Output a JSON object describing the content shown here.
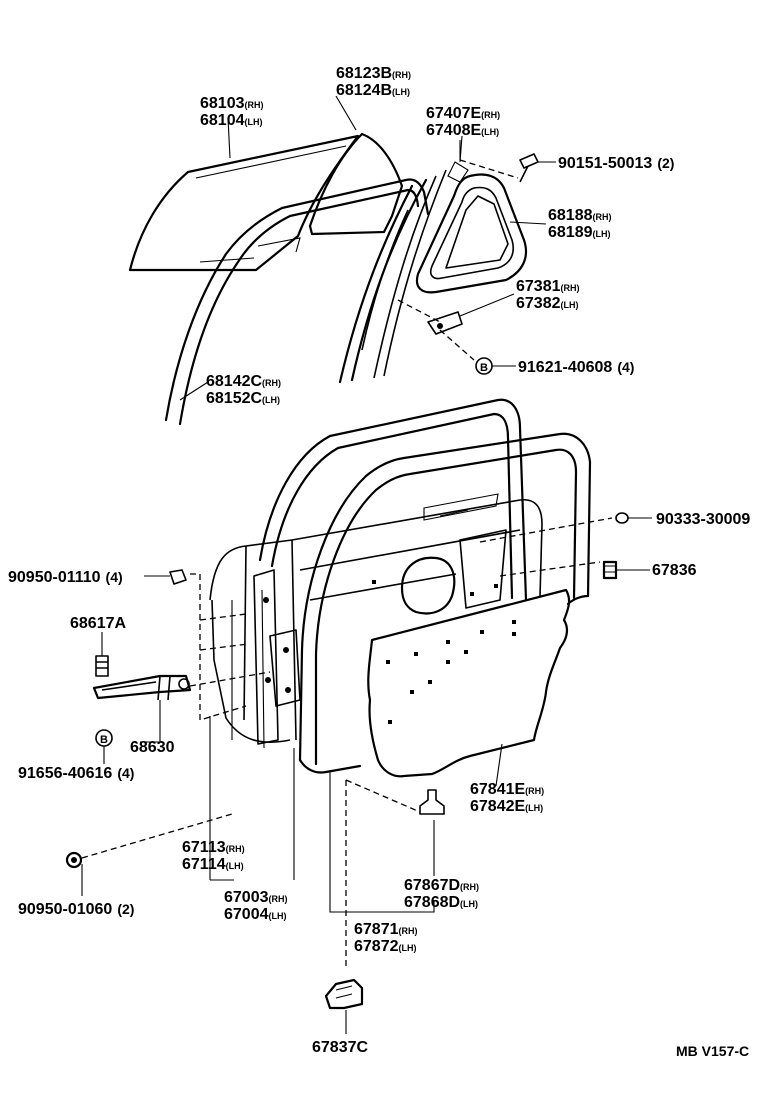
{
  "diagram_ref": "MB V157-C",
  "parts": {
    "p68103": {
      "code": "68103",
      "suffix": "(RH)"
    },
    "p68104": {
      "code": "68104",
      "suffix": "(LH)"
    },
    "p68123B": {
      "code": "68123B",
      "suffix": "(RH)"
    },
    "p68124B": {
      "code": "68124B",
      "suffix": "(LH)"
    },
    "p67407E": {
      "code": "67407E",
      "suffix": "(RH)"
    },
    "p67408E": {
      "code": "67408E",
      "suffix": "(LH)"
    },
    "p90151": {
      "code": "90151-50013",
      "qty": "(2)"
    },
    "p68188": {
      "code": "68188",
      "suffix": "(RH)"
    },
    "p68189": {
      "code": "68189",
      "suffix": "(LH)"
    },
    "p67381": {
      "code": "67381",
      "suffix": "(RH)"
    },
    "p67382": {
      "code": "67382",
      "suffix": "(LH)"
    },
    "p91621": {
      "code": "91621-40608",
      "qty": "(4)"
    },
    "p68142C": {
      "code": "68142C",
      "suffix": "(RH)"
    },
    "p68152C": {
      "code": "68152C",
      "suffix": "(LH)"
    },
    "p90333": {
      "code": "90333-30009"
    },
    "p67836": {
      "code": "67836"
    },
    "p90950_01110": {
      "code": "90950-01110",
      "qty": "(4)"
    },
    "p68617A": {
      "code": "68617A"
    },
    "p68630": {
      "code": "68630"
    },
    "p91656": {
      "code": "91656-40616",
      "qty": "(4)"
    },
    "p67841E": {
      "code": "67841E",
      "suffix": "(RH)"
    },
    "p67842E": {
      "code": "67842E",
      "suffix": "(LH)"
    },
    "p67113": {
      "code": "67113",
      "suffix": "(RH)"
    },
    "p67114": {
      "code": "67114",
      "suffix": "(LH)"
    },
    "p90950_01060": {
      "code": "90950-01060",
      "qty": "(2)"
    },
    "p67003": {
      "code": "67003",
      "suffix": "(RH)"
    },
    "p67004": {
      "code": "67004",
      "suffix": "(LH)"
    },
    "p67867D": {
      "code": "67867D",
      "suffix": "(RH)"
    },
    "p67868D": {
      "code": "67868D",
      "suffix": "(LH)"
    },
    "p67871": {
      "code": "67871",
      "suffix": "(RH)"
    },
    "p67872": {
      "code": "67872",
      "suffix": "(LH)"
    },
    "p67837C": {
      "code": "67837C"
    }
  }
}
